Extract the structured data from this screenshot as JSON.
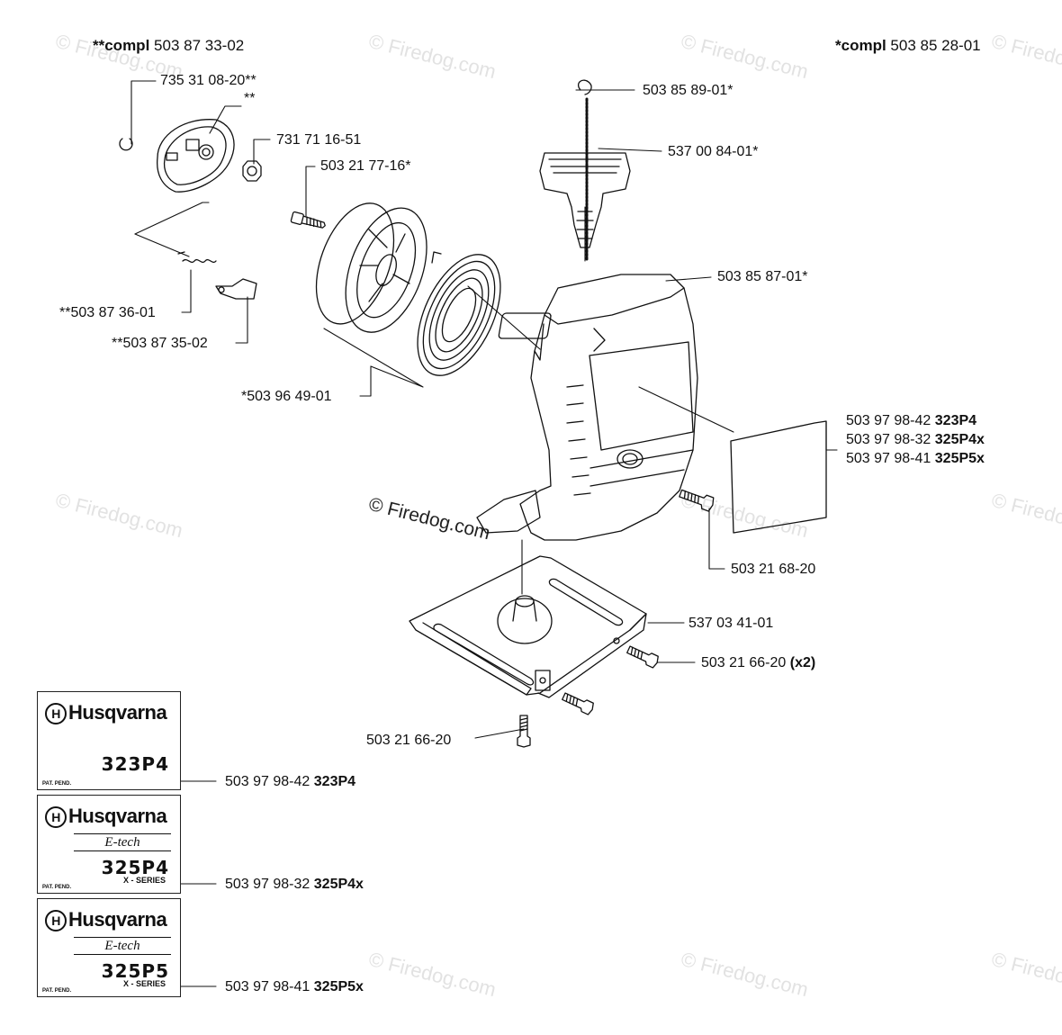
{
  "watermark": {
    "text": "© Firedog.com"
  },
  "headers": {
    "left": {
      "prefix": "**compl",
      "number": "503 87 33-02"
    },
    "right": {
      "prefix": "*compl",
      "number": "503 85 28-01"
    }
  },
  "parts": [
    {
      "id": "p1",
      "number": "735 31 08-20**",
      "suffix": ""
    },
    {
      "id": "p2",
      "number": "**",
      "suffix": ""
    },
    {
      "id": "p3",
      "number": "731 71 16-51",
      "suffix": ""
    },
    {
      "id": "p4",
      "number": "503 21 77-16*",
      "suffix": ""
    },
    {
      "id": "p5",
      "number": "**503 87 36-01",
      "suffix": ""
    },
    {
      "id": "p6",
      "number": "**503 87 35-02",
      "suffix": ""
    },
    {
      "id": "p7",
      "number": "*503 96 49-01",
      "suffix": ""
    },
    {
      "id": "p8",
      "number": "503 85 89-01*",
      "suffix": ""
    },
    {
      "id": "p9",
      "number": "537 00 84-01*",
      "suffix": ""
    },
    {
      "id": "p10",
      "number": "503 85 87-01*",
      "suffix": ""
    },
    {
      "id": "p11",
      "number": "503 97 98-42",
      "suffix": "323P4"
    },
    {
      "id": "p12",
      "number": "503 97 98-32",
      "suffix": "325P4x"
    },
    {
      "id": "p13",
      "number": "503 97 98-41",
      "suffix": "325P5x"
    },
    {
      "id": "p14",
      "number": "503 21 68-20",
      "suffix": ""
    },
    {
      "id": "p15",
      "number": "537 03 41-01",
      "suffix": ""
    },
    {
      "id": "p16",
      "number": "503 21 66-20",
      "suffix": "(x2)"
    },
    {
      "id": "p17",
      "number": "503 21 66-20",
      "suffix": ""
    },
    {
      "id": "p18",
      "number": "503 97 98-42",
      "suffix": "323P4"
    },
    {
      "id": "p19",
      "number": "503 97 98-32",
      "suffix": "325P4x"
    },
    {
      "id": "p20",
      "number": "503 97 98-41",
      "suffix": "325P5x"
    }
  ],
  "decals": [
    {
      "brand": "Husqvarna",
      "tagline": "",
      "model": "323P4",
      "series": "",
      "patent": "PAT. PEND."
    },
    {
      "brand": "Husqvarna",
      "tagline": "E-tech",
      "model": "325P4",
      "series": "X - SERIES",
      "patent": "PAT. PEND."
    },
    {
      "brand": "Husqvarna",
      "tagline": "E-tech",
      "model": "325P5",
      "series": "X - SERIES",
      "patent": "PAT. PEND."
    }
  ]
}
